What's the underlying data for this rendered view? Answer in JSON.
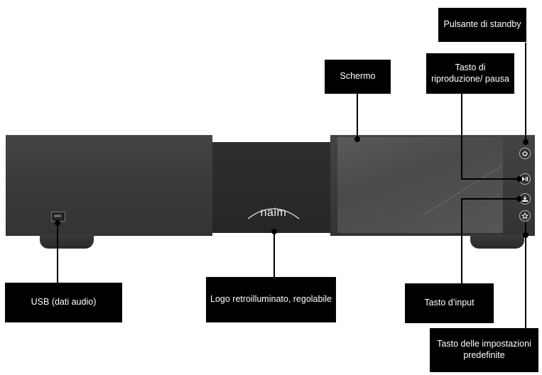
{
  "device": {
    "logo_text": "naim",
    "colors": {
      "body": "#3d3d3d",
      "recess": "#2a2a2a",
      "screen": "#505050",
      "label_bg": "#000000",
      "leader": "#000000"
    },
    "buttons": [
      {
        "id": "standby",
        "icon": "power-icon"
      },
      {
        "id": "play-pause",
        "icon": "play-pause-icon"
      },
      {
        "id": "input",
        "icon": "input-icon"
      },
      {
        "id": "preset",
        "icon": "star-icon"
      }
    ]
  },
  "labels": {
    "standby": "Pulsante di standby",
    "play_pause": "Tasto di riproduzione/ pausa",
    "screen": "Schermo",
    "usb": "USB (dati audio)",
    "logo": "Logo retroilluminato, regolabile",
    "input": "Tasto d’input",
    "preset": "Tasto delle impostazioni predefinite"
  }
}
